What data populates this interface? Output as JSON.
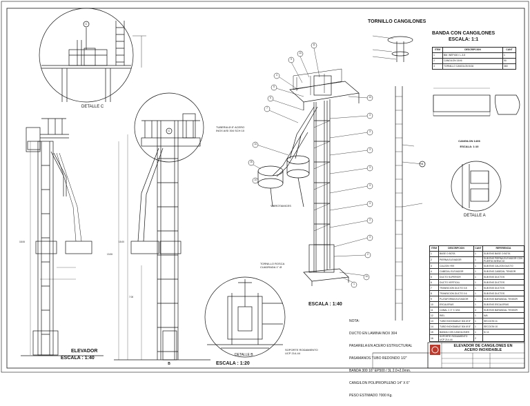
{
  "titles": {
    "tornillo": "TORNILLO CANGILONES",
    "banda": "BANDA CON CANGILONES",
    "banda_escala": "ESCALA: 1:1",
    "cangilon": "CANGILON 14X6",
    "cangilon_escala": "ESCALA: 1:10",
    "detalle_a": "DETALLE A",
    "detalle_b": "DETALLE B",
    "detalle_b_escala": "ESCALA : 1:20",
    "detalle_c": "DETALLE C",
    "elevador": "ELEVADOR",
    "elevador_escala": "ESCALA : 1:40",
    "escala_main": "ESCALA : 1:40"
  },
  "callouts": {
    "tuberia": "TUBERIA Ø 8\" ACERO\nINOX AISI 304 SCH 10",
    "vibrotamices": "VIBROTAMICES",
    "tornillo_rosca": "TORNILLO ROSCA\nCUADRADA 1\" Ø",
    "soporte": "SOPORTE RODAMIENTO\nUCP 214-44"
  },
  "dimensions": [
    "18.06",
    "15.00",
    "13.06",
    "7.00"
  ],
  "banda_table": {
    "headers": [
      "ITEM",
      "DESCRIPCION",
      "CANT"
    ],
    "rows": [
      [
        "1",
        "BM. WEP400 / L-3-5",
        "1"
      ],
      [
        "2",
        "CANGILON 14X6",
        "90"
      ],
      [
        "3",
        "TORNILLO CANGILON 5/16",
        "360"
      ]
    ]
  },
  "parts_table": {
    "headers": [
      "ITEM",
      "DESCRIPCION",
      "CANT",
      "REFERENCIA"
    ],
    "rows": [
      [
        "1",
        "BASE O BOTA",
        "1",
        "SUB ENS BASE O BOTA"
      ],
      [
        "2",
        "PIERNA ELEVADOR",
        "1",
        "SUB ENS PIERNA ELEVADOR CON PUERTA SERVICIO"
      ],
      [
        "3",
        "CALZON YEE",
        "1",
        "SUB ENS CALZON DUCTO"
      ],
      [
        "4",
        "CABEZAL ELEVADOR",
        "1",
        "SUB ENS CABEZAL TENSOR"
      ],
      [
        "5",
        "DUCTO SUPERIOR",
        "1",
        "SUB ENS DUCTOS"
      ],
      [
        "6",
        "DUCTO VERTICAL",
        "1",
        "SUB ENS DUCTOS"
      ],
      [
        "7",
        "TRANSICION DUCTO 0.8",
        "1",
        "SUB ENS DUCTOS"
      ],
      [
        "8",
        "TRANSICION DUCTO 0.6",
        "1",
        "SUB ENS DUCTOS"
      ],
      [
        "9",
        "PLATAFORMA ELEVADOR",
        "1",
        "SUB ENS BARANDAL TENSOR"
      ],
      [
        "10",
        "ESCALERAS",
        "1",
        "SUB ENS ESCALERAS"
      ],
      [
        "11",
        "CANAL C 3\" X 3/16",
        "4",
        "SUB ENS BARANDAL TENSOR"
      ],
      [
        "12",
        "RIEL",
        "1",
        "N/A"
      ],
      [
        "13",
        "TUBO INOXIDABLE 304 Ø 8\"",
        "1",
        "SECCION 11"
      ],
      [
        "14",
        "TUBO INOXIDABLE 304 Ø 8\"",
        "1",
        "SECCION 10"
      ],
      [
        "15",
        "BANDA CON CANGILONES",
        "1",
        "N / A"
      ],
      [
        "16",
        "SOPORTE RODAMIENTO UCP 214-44",
        "2",
        ""
      ]
    ]
  },
  "notes": {
    "heading": "NOTA:",
    "lines": [
      "DUCTO EN LAMINA INOX 304",
      "PASARELA EN ACERO ESTRUCTURAL",
      "PASAMANOS TUBO REDONDO 1/2\"",
      "BANDA 300 16\" EP500 / 3L 2.0+2.0mm.",
      "CANGILON POLIPROPILENO 14\" X 6\"",
      "PESO ESTIMADO 7000 Kg."
    ]
  },
  "title_block": {
    "title_line1": "ELEVADOR DE CANGILONES EN",
    "title_line2": "ACERO INOXIDABLE"
  },
  "balloons": [
    "1",
    "2",
    "3",
    "4",
    "5",
    "6",
    "7",
    "8",
    "9",
    "10",
    "11",
    "12",
    "13",
    "14",
    "15",
    "16"
  ],
  "detail_marks": [
    "A",
    "B",
    "C"
  ],
  "colors": {
    "line": "#111111",
    "paper": "#ffffff",
    "logo": "#c0392b"
  }
}
